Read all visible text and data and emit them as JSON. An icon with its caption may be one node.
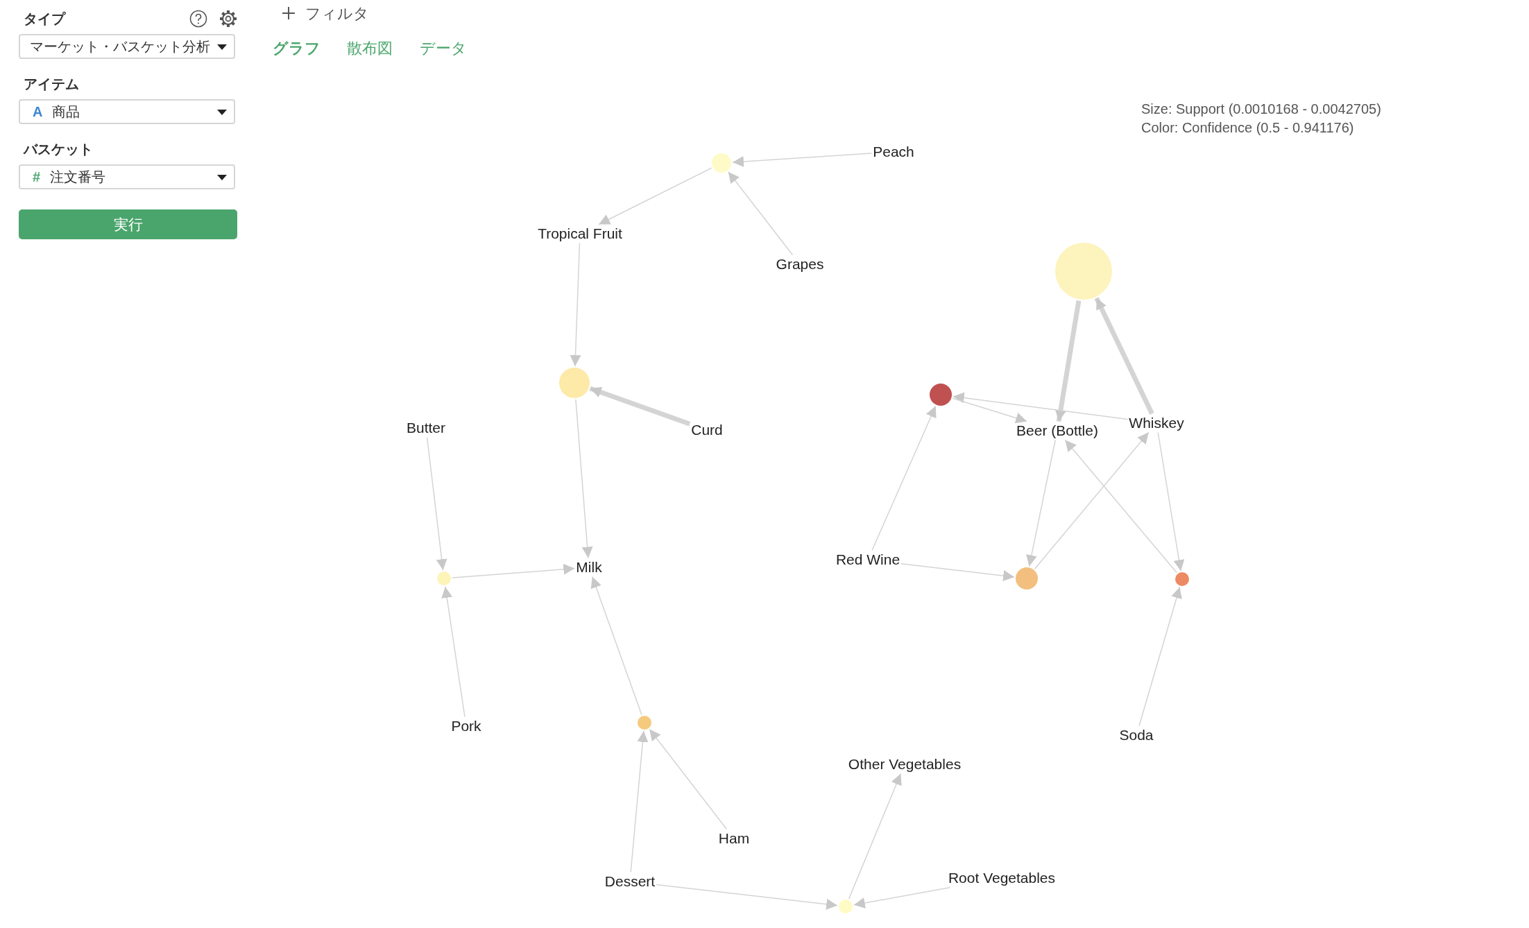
{
  "diagram": {
    "nodes": [
      {
        "text": [
          "Peach"
        ]
      },
      {
        "text": [
          "Grapes"
        ]
      },
      {
        "text": [
          "Tropical Fruit"
        ]
      },
      {
        "text": [
          "Curd"
        ]
      },
      {
        "text": [
          "Butter"
        ]
      },
      {
        "text": [
          "Milk"
        ]
      },
      {
        "text": [
          "Pork"
        ]
      },
      {
        "text": [
          "Ham"
        ]
      },
      {
        "text": [
          "Dessert"
        ]
      },
      {
        "text": [
          "Other Vegetables"
        ]
      },
      {
        "text": [
          "Root Vegetables"
        ]
      },
      {
        "text": [
          "Beer (Bottle)"
        ]
      },
      {
        "text": [
          "Whiskey"
        ]
      },
      {
        "text": [
          "Red Wine"
        ]
      },
      {
        "text": [
          "Soda"
        ]
      },
      {
        "text": [],
        "shape": "circle"
      },
      {
        "text": [],
        "shape": "circle"
      },
      {
        "text": [],
        "shape": "circle"
      },
      {
        "text": [],
        "shape": "circle"
      },
      {
        "text": [],
        "shape": "circle"
      },
      {
        "text": [],
        "shape": "circle"
      },
      {
        "text": [],
        "shape": "circle"
      },
      {
        "text": [],
        "shape": "circle"
      },
      {
        "text": [],
        "shape": "circle"
      }
    ],
    "edges": [
      {
        "from": 0,
        "to": 15,
        "arrow": "to"
      },
      {
        "from": 1,
        "to": 15,
        "arrow": "to"
      },
      {
        "from": 15,
        "to": 2,
        "arrow": "to"
      },
      {
        "from": 2,
        "to": 16,
        "arrow": "to"
      },
      {
        "from": 3,
        "to": 16,
        "arrow": "to",
        "style": "thick"
      },
      {
        "from": 16,
        "to": 5,
        "arrow": "to"
      },
      {
        "from": 4,
        "to": 17,
        "arrow": "to"
      },
      {
        "from": 6,
        "to": 17,
        "arrow": "to"
      },
      {
        "from": 17,
        "to": 5,
        "arrow": "to"
      },
      {
        "from": 8,
        "to": 18,
        "arrow": "to"
      },
      {
        "from": 7,
        "to": 18,
        "arrow": "to"
      },
      {
        "from": 18,
        "to": 5,
        "arrow": "to"
      },
      {
        "from": 8,
        "to": 19,
        "arrow": "to"
      },
      {
        "from": 10,
        "to": 19,
        "arrow": "to"
      },
      {
        "from": 19,
        "to": 9,
        "arrow": "to"
      },
      {
        "from": 12,
        "to": 20,
        "arrow": "to",
        "style": "thick"
      },
      {
        "from": 20,
        "to": 11,
        "arrow": "to",
        "style": "thick"
      },
      {
        "from": 12,
        "to": 21,
        "arrow": "to"
      },
      {
        "from": 13,
        "to": 21,
        "arrow": "to"
      },
      {
        "from": 21,
        "to": 11,
        "arrow": "to"
      },
      {
        "from": 11,
        "to": 22,
        "arrow": "to"
      },
      {
        "from": 13,
        "to": 22,
        "arrow": "to"
      },
      {
        "from": 22,
        "to": 12,
        "arrow": "to"
      },
      {
        "from": 12,
        "to": 23,
        "arrow": "to"
      },
      {
        "from": 14,
        "to": 23,
        "arrow": "to"
      },
      {
        "from": 23,
        "to": 11,
        "arrow": "to"
      }
    ],
    "labels": [
      "タイプ",
      "マーケット・バスケット分析",
      "アイテム",
      "A",
      "商品",
      "バスケット",
      "#",
      "注文番号",
      "実行",
      "フィルタ",
      "グラフ",
      "散布図",
      "データ",
      "Size: Support (0.0010168 - 0.0042705)",
      "Color: Confidence (0.5 - 0.941176)"
    ]
  }
}
